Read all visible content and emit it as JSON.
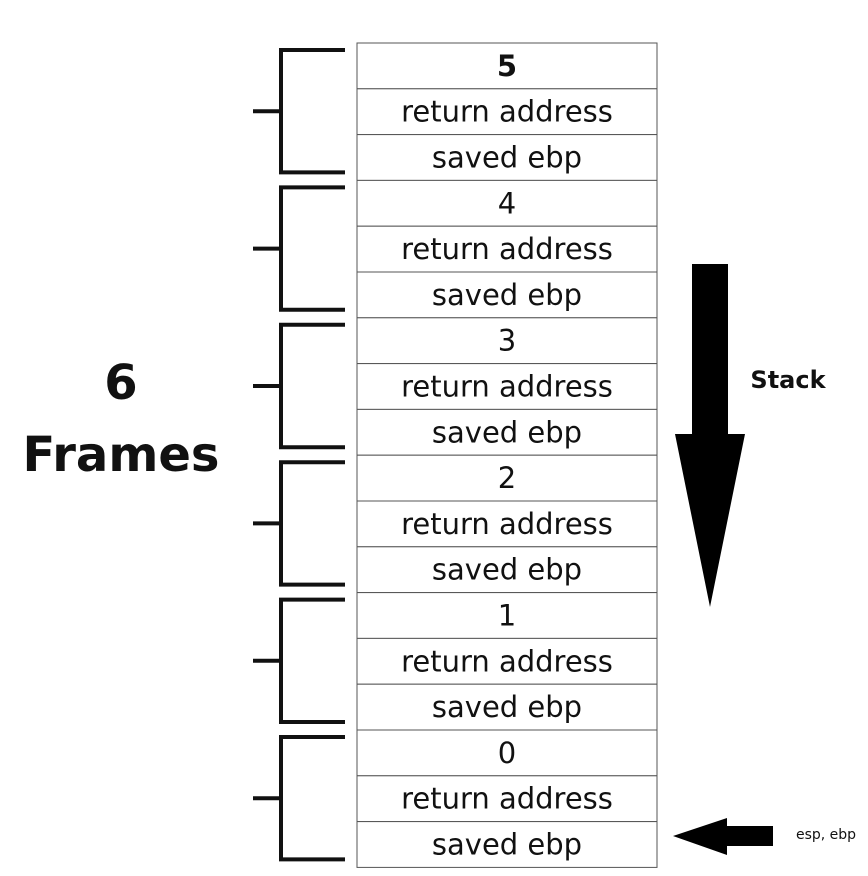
{
  "title": {
    "count": "6",
    "word": "Frames"
  },
  "stack_label": "Stack",
  "pointer_label": "esp, ebp",
  "frames": [
    {
      "number": "5",
      "return_label": "return address",
      "saved_label": "saved ebp"
    },
    {
      "number": "4",
      "return_label": "return address",
      "saved_label": "saved ebp"
    },
    {
      "number": "3",
      "return_label": "return address",
      "saved_label": "saved ebp"
    },
    {
      "number": "2",
      "return_label": "return address",
      "saved_label": "saved ebp"
    },
    {
      "number": "1",
      "return_label": "return address",
      "saved_label": "saved ebp"
    },
    {
      "number": "0",
      "return_label": "return address",
      "saved_label": "saved ebp"
    }
  ],
  "colors": {
    "ink": "#111111",
    "cell_border": "#555555",
    "background": "#ffffff"
  }
}
